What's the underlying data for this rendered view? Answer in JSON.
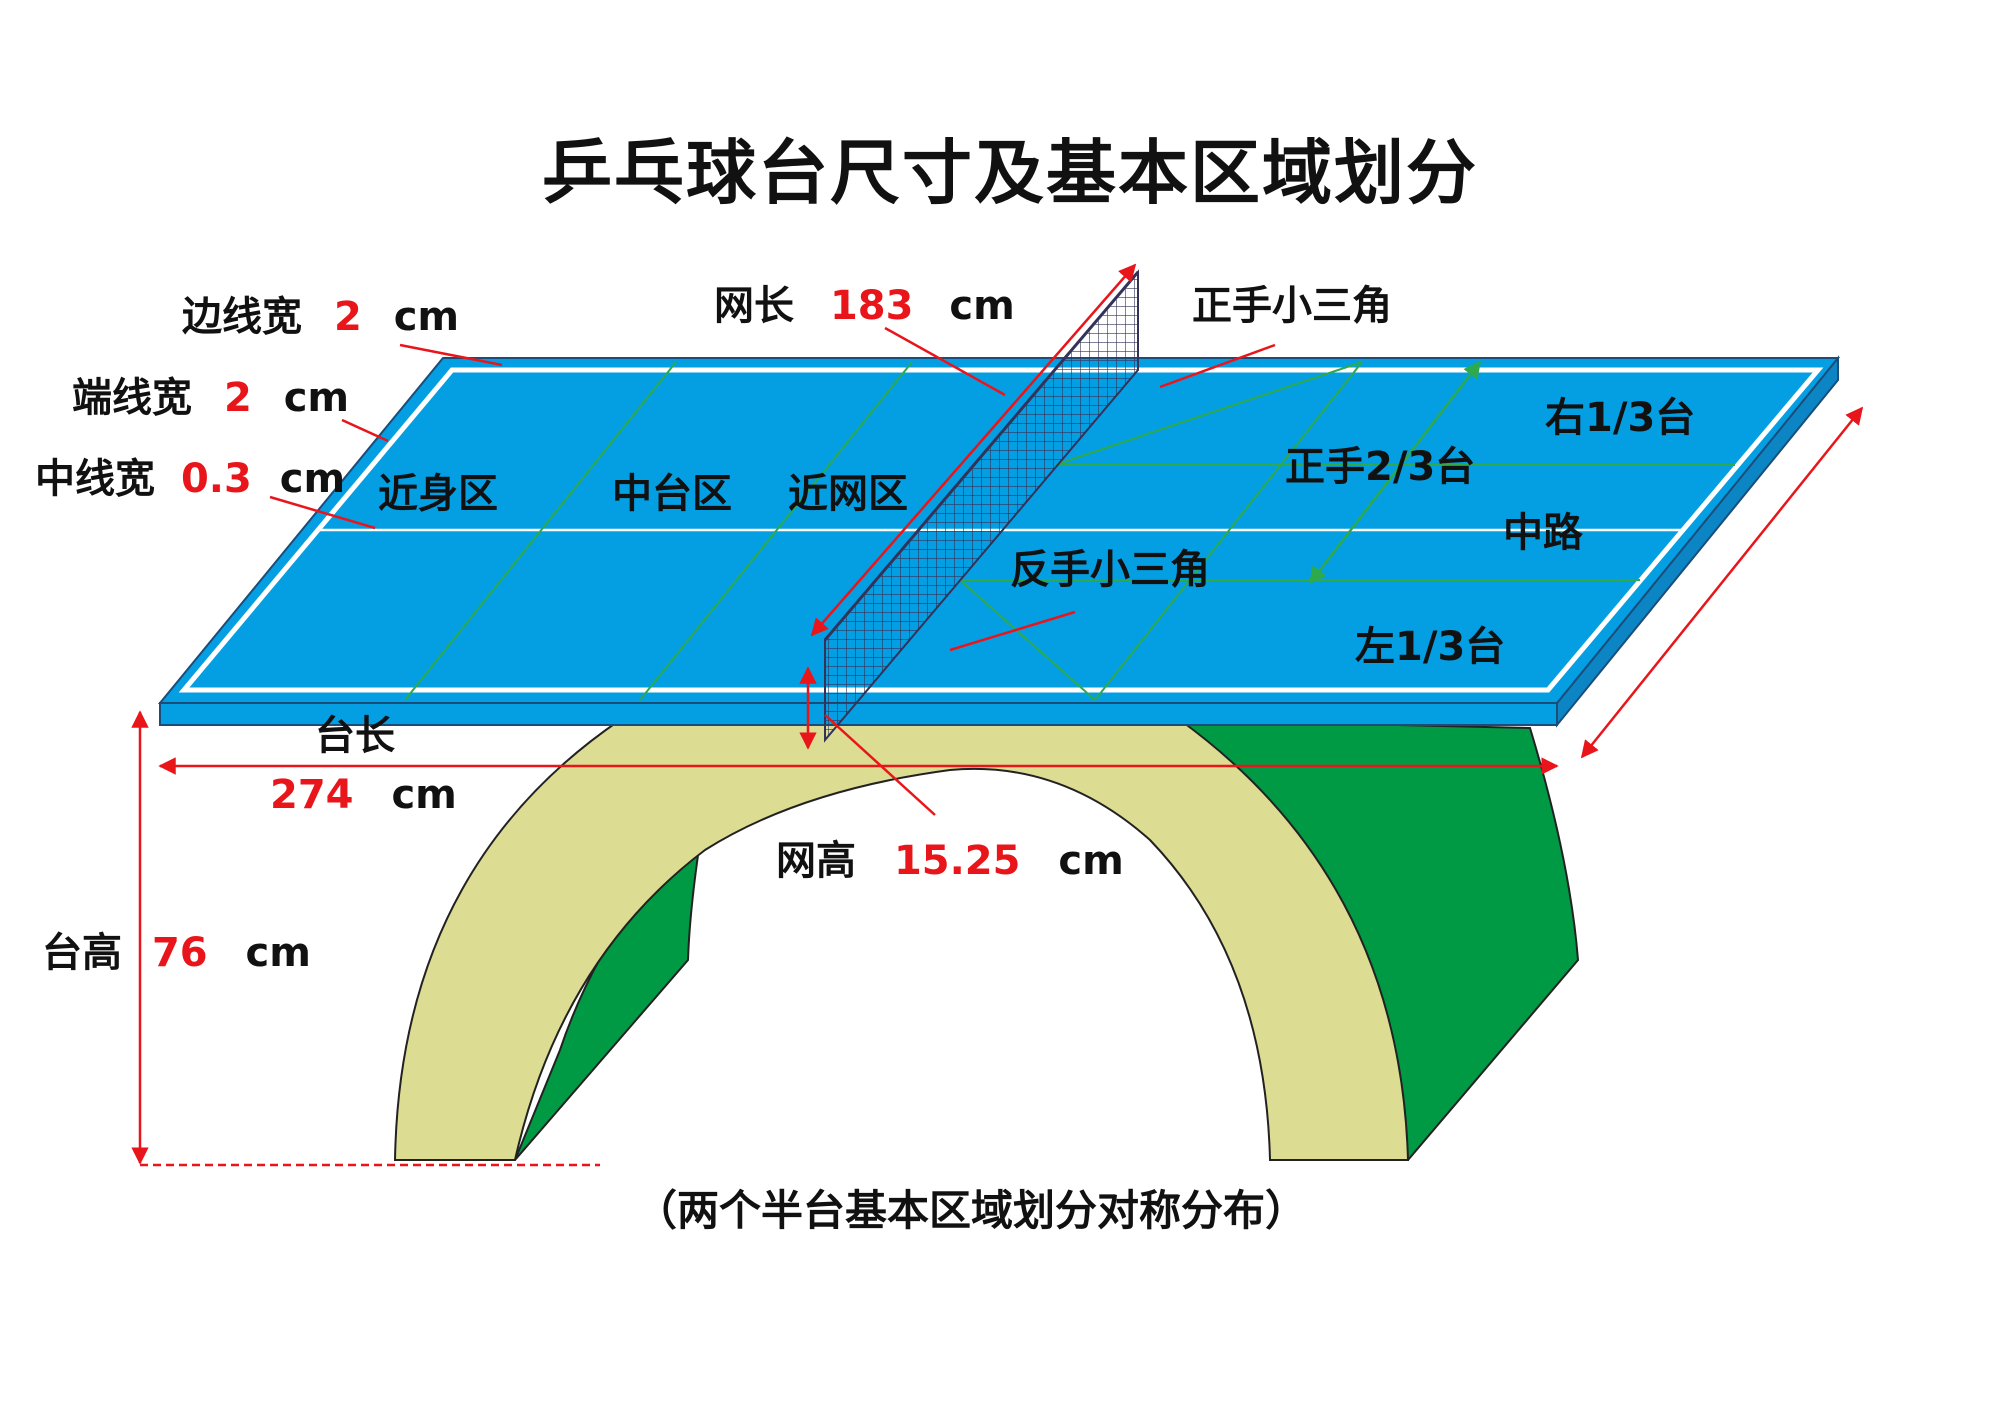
{
  "title": "乒乓球台尺寸及基本区域划分",
  "footnote": "（两个半台基本区域划分对称分布）",
  "unit": "cm",
  "labels": {
    "sideline_width": {
      "name": "边线宽",
      "value": "2"
    },
    "endline_width": {
      "name": "端线宽",
      "value": "2"
    },
    "centerline_width": {
      "name": "中线宽",
      "value": "0.3"
    },
    "net_length": {
      "name": "网长",
      "value": "183"
    },
    "net_height": {
      "name": "网高",
      "value": "15.25"
    },
    "table_length": {
      "name": "台长",
      "value": "274"
    },
    "table_height": {
      "name": "台高",
      "value": "76"
    }
  },
  "zones": {
    "near_body": "近身区",
    "mid_table": "中台区",
    "near_net": "近网区",
    "forehand_small_triangle": "正手小三角",
    "backhand_small_triangle": "反手小三角",
    "right_third": "右1/3台",
    "forehand_two_thirds": "正手2/3台",
    "middle_route": "中路",
    "left_third": "左1/3台"
  },
  "colors": {
    "table_top": "#049fe3",
    "table_edge": "#0b85c4",
    "court_lines": "#2eaa4c",
    "support_cream": "#dcdc92",
    "support_green": "#009a44",
    "annotation_red": "#e8161b",
    "net": "#33335a"
  }
}
